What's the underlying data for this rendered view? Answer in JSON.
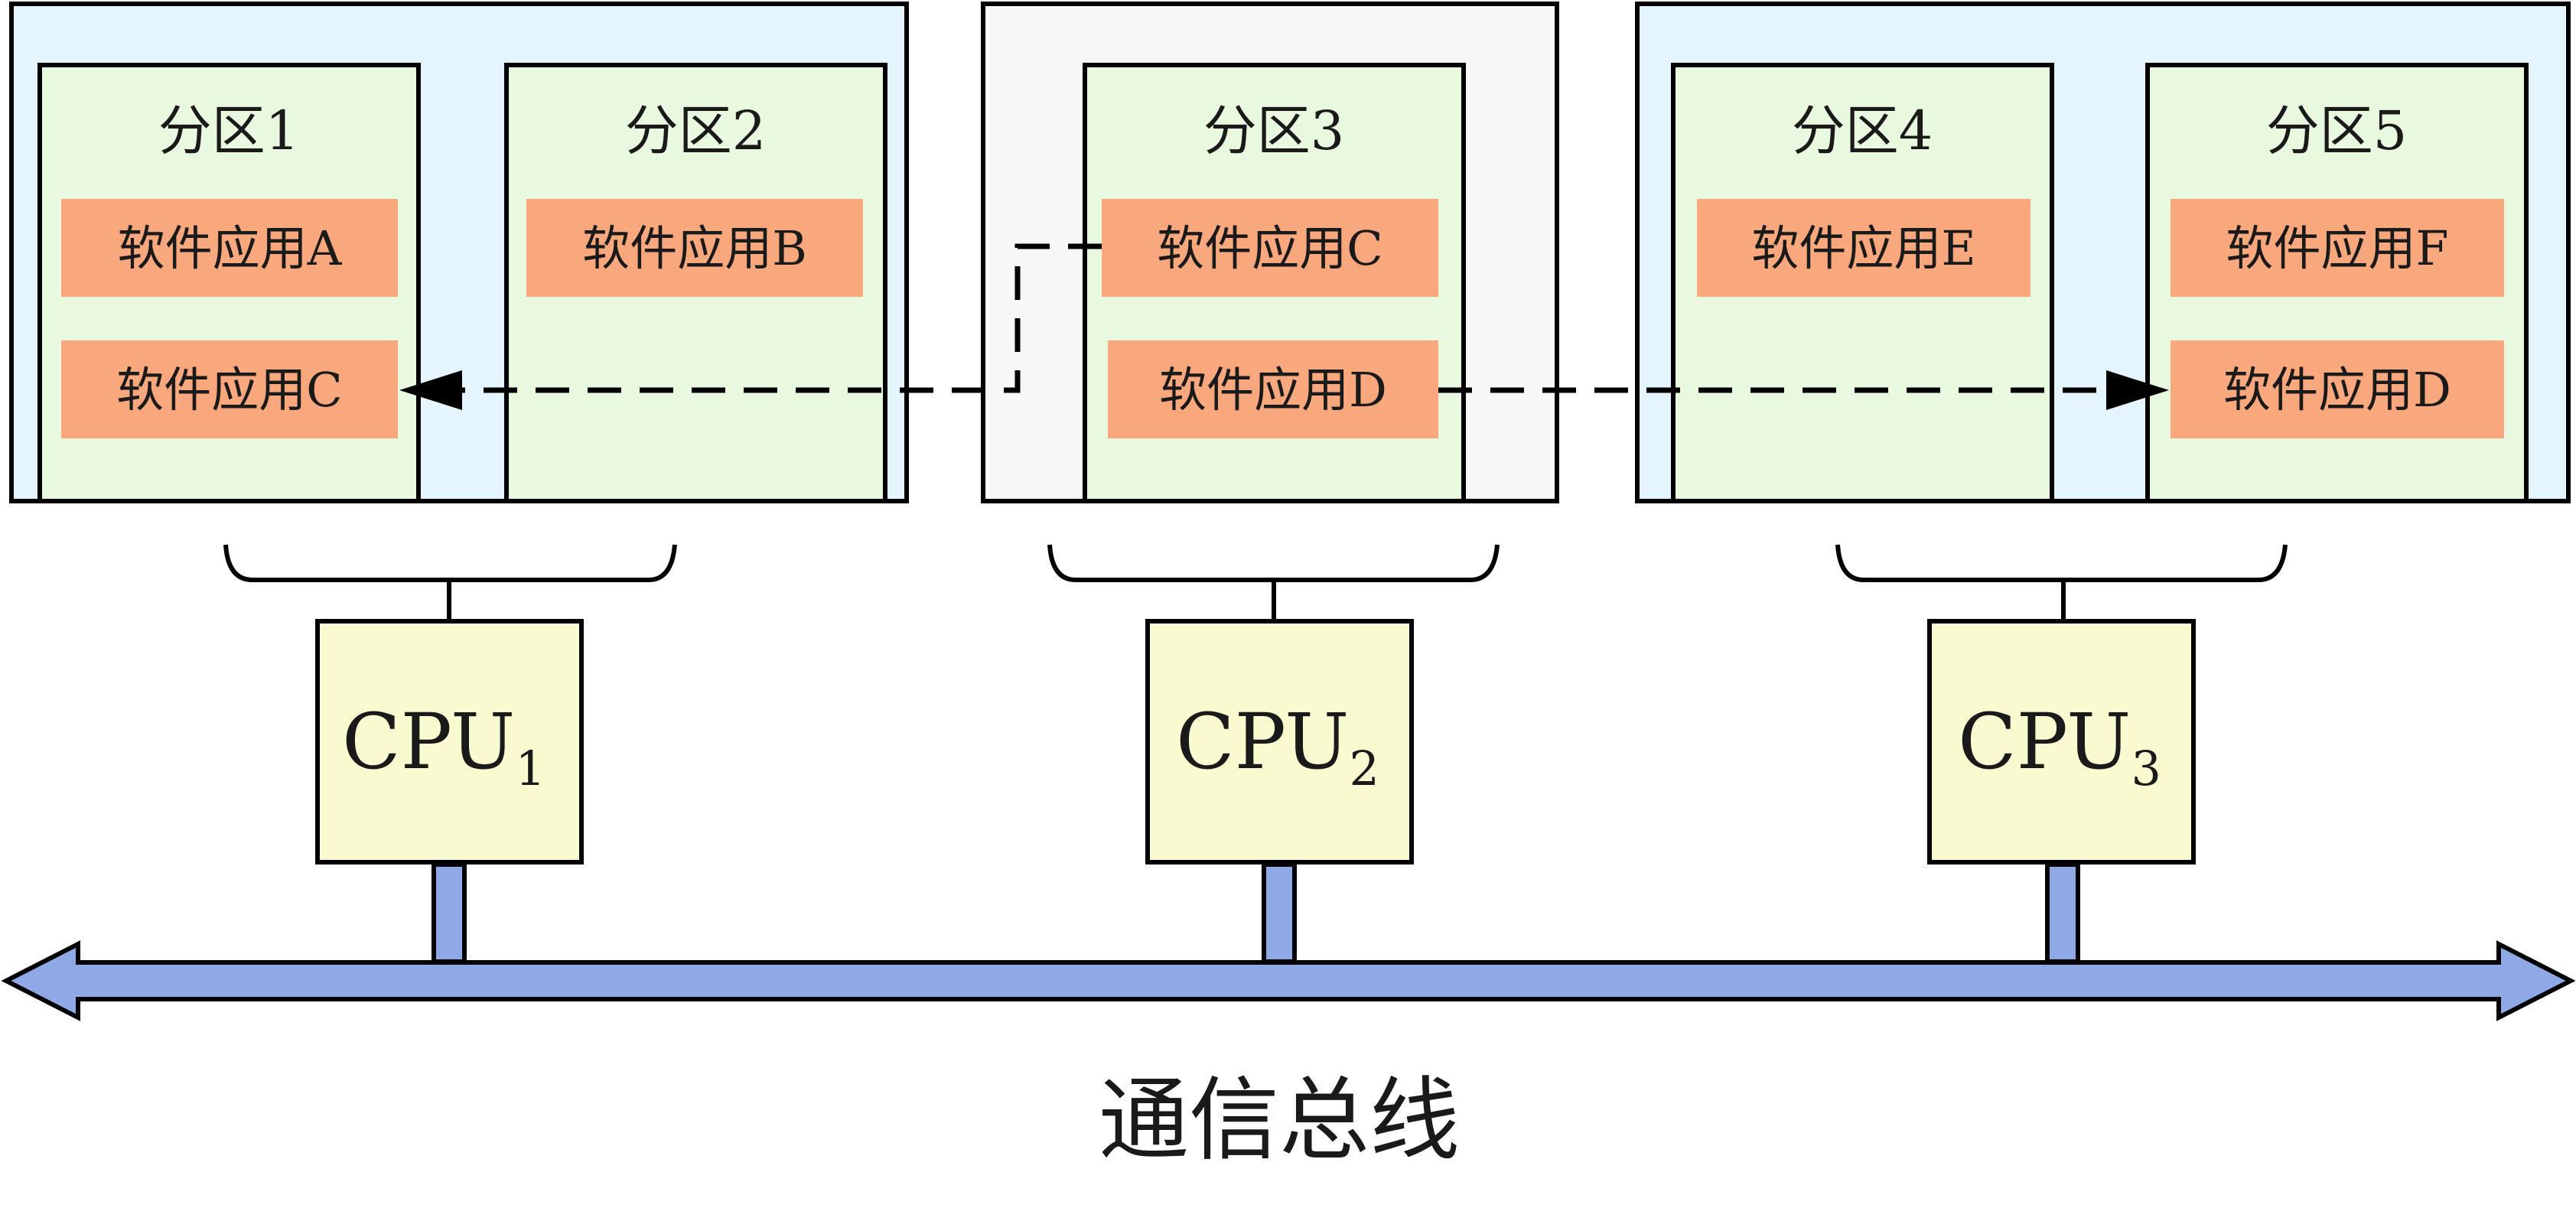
{
  "colors": {
    "group_blue": "#e5f5fd",
    "group_gray": "#f7f7f7",
    "partition": "#e9f9e0",
    "app": "#f8a87c",
    "cpu": "#fafad0",
    "bus": "#8ea9e5",
    "line": "#000000"
  },
  "partitions": [
    {
      "title": "分区1",
      "apps": [
        "软件应用A",
        "软件应用C"
      ]
    },
    {
      "title": "分区2",
      "apps": [
        "软件应用B"
      ]
    },
    {
      "title": "分区3",
      "apps": [
        "软件应用C",
        "软件应用D"
      ]
    },
    {
      "title": "分区4",
      "apps": [
        "软件应用E"
      ]
    },
    {
      "title": "分区5",
      "apps": [
        "软件应用F",
        "软件应用D"
      ]
    }
  ],
  "cpus": [
    {
      "name": "CPU",
      "sub": "1"
    },
    {
      "name": "CPU",
      "sub": "2"
    },
    {
      "name": "CPU",
      "sub": "3"
    }
  ],
  "bus": {
    "label": "通信总线"
  }
}
